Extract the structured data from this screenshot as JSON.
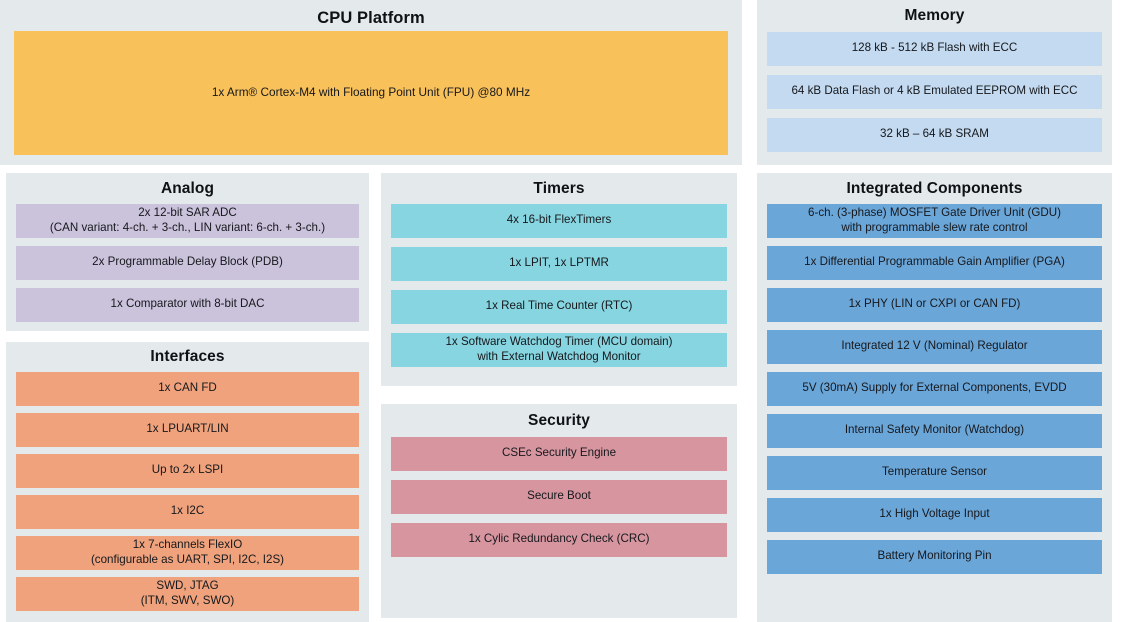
{
  "colors": {
    "page_background": "#ffffff",
    "panel_background": "#e4e9ec",
    "cpu_block": "#f9c15a",
    "memory_block": "#c3daf0",
    "analog_block": "#cbc3dc",
    "interfaces_block": "#efa27c",
    "timers_block": "#87d5e0",
    "security_block": "#d795a0",
    "integrated_block": "#6ba6d9",
    "text": "#16181c"
  },
  "panels": {
    "cpu": {
      "title": "CPU Platform",
      "blocks": [
        {
          "lines": [
            "1x Arm® Cortex-M4 with",
            "Floating Point Unit (FPU) @80 MHz"
          ]
        }
      ]
    },
    "memory": {
      "title": "Memory",
      "blocks": [
        {
          "lines": [
            "128 kB - 512 kB Flash with ECC"
          ]
        },
        {
          "lines": [
            "64 kB Data Flash or 4 kB Emulated EEPROM with ECC"
          ]
        },
        {
          "lines": [
            "32 kB – 64 kB SRAM"
          ]
        }
      ]
    },
    "analog": {
      "title": "Analog",
      "blocks": [
        {
          "lines": [
            "2x 12-bit SAR ADC",
            "(CAN variant: 4-ch. + 3-ch., LIN variant: 6-ch. + 3-ch.)"
          ]
        },
        {
          "lines": [
            "2x Programmable Delay Block (PDB)"
          ]
        },
        {
          "lines": [
            "1x Comparator with 8-bit DAC"
          ]
        }
      ]
    },
    "interfaces": {
      "title": "Interfaces",
      "blocks": [
        {
          "lines": [
            "1x CAN FD"
          ]
        },
        {
          "lines": [
            "1x LPUART/LIN"
          ]
        },
        {
          "lines": [
            "Up to 2x LSPI"
          ]
        },
        {
          "lines": [
            "1x I2C"
          ]
        },
        {
          "lines": [
            "1x 7-channels FlexIO",
            "(configurable as UART, SPI, I2C, I2S)"
          ]
        },
        {
          "lines": [
            "SWD, JTAG",
            "(ITM, SWV, SWO)"
          ]
        }
      ]
    },
    "timers": {
      "title": "Timers",
      "blocks": [
        {
          "lines": [
            "4x 16-bit FlexTimers"
          ]
        },
        {
          "lines": [
            "1x LPIT, 1x LPTMR"
          ]
        },
        {
          "lines": [
            "1x Real Time Counter (RTC)"
          ]
        },
        {
          "lines": [
            "1x Software Watchdog Timer (MCU domain)",
            "with External Watchdog Monitor"
          ]
        }
      ]
    },
    "security": {
      "title": "Security",
      "blocks": [
        {
          "lines": [
            "CSEc Security Engine"
          ]
        },
        {
          "lines": [
            "Secure Boot"
          ]
        },
        {
          "lines": [
            "1x Cylic Redundancy Check (CRC)"
          ]
        }
      ]
    },
    "integrated": {
      "title": "Integrated Components",
      "blocks": [
        {
          "lines": [
            "6-ch. (3-phase) MOSFET Gate Driver Unit (GDU)",
            "with programmable slew rate control"
          ]
        },
        {
          "lines": [
            "1x Differential Programmable Gain Amplifier (PGA)"
          ]
        },
        {
          "lines": [
            "1x PHY (LIN or CXPI or CAN FD)"
          ]
        },
        {
          "lines": [
            "Integrated 12 V (Nominal) Regulator"
          ]
        },
        {
          "lines": [
            "5V (30mA) Supply for External Components, EVDD"
          ]
        },
        {
          "lines": [
            "Internal Safety Monitor (Watchdog)"
          ]
        },
        {
          "lines": [
            "Temperature Sensor"
          ]
        },
        {
          "lines": [
            "1x High Voltage Input"
          ]
        },
        {
          "lines": [
            "Battery Monitoring Pin"
          ]
        }
      ]
    }
  }
}
